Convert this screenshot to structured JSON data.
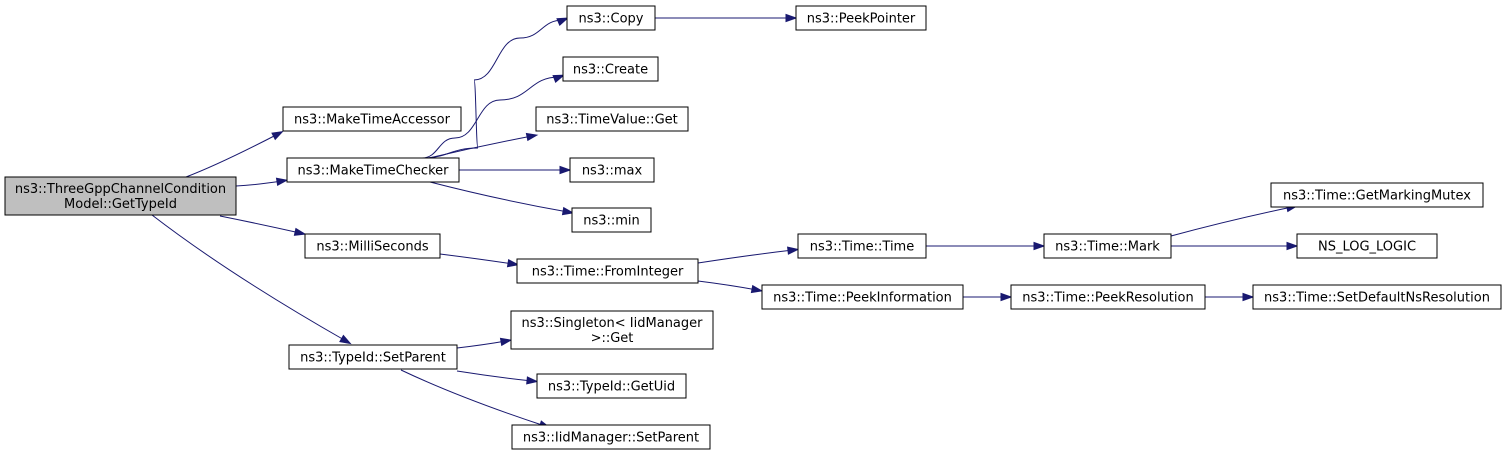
{
  "nodes": {
    "root": [
      "ns3::ThreeGppChannelCondition",
      "Model::GetTypeId"
    ],
    "make_time_accessor": [
      "ns3::MakeTimeAccessor"
    ],
    "make_time_checker": [
      "ns3::MakeTimeChecker"
    ],
    "milli_seconds": [
      "ns3::MilliSeconds"
    ],
    "typeid_set_parent": [
      "ns3::TypeId::SetParent"
    ],
    "copy": [
      "ns3::Copy"
    ],
    "peek_pointer": [
      "ns3::PeekPointer"
    ],
    "create": [
      "ns3::Create"
    ],
    "time_value_get": [
      "ns3::TimeValue::Get"
    ],
    "max": [
      "ns3::max"
    ],
    "min": [
      "ns3::min"
    ],
    "time_from_integer": [
      "ns3::Time::FromInteger"
    ],
    "time_time": [
      "ns3::Time::Time"
    ],
    "time_mark": [
      "ns3::Time::Mark"
    ],
    "time_get_marking_mutex": [
      "ns3::Time::GetMarkingMutex"
    ],
    "ns_log_logic": [
      "NS_LOG_LOGIC"
    ],
    "time_peek_information": [
      "ns3::Time::PeekInformation"
    ],
    "time_peek_resolution": [
      "ns3::Time::PeekResolution"
    ],
    "time_set_default_ns_resolution": [
      "ns3::Time::SetDefaultNsResolution"
    ],
    "singleton_get": [
      "ns3::Singleton< IidManager",
      " >::Get"
    ],
    "typeid_get_uid": [
      "ns3::TypeId::GetUid"
    ],
    "iid_manager_set_parent": [
      "ns3::IidManager::SetParent"
    ]
  },
  "colors": {
    "root_fill": "#bfbfbf",
    "node_fill": "#ffffff",
    "edge": "#191970"
  }
}
